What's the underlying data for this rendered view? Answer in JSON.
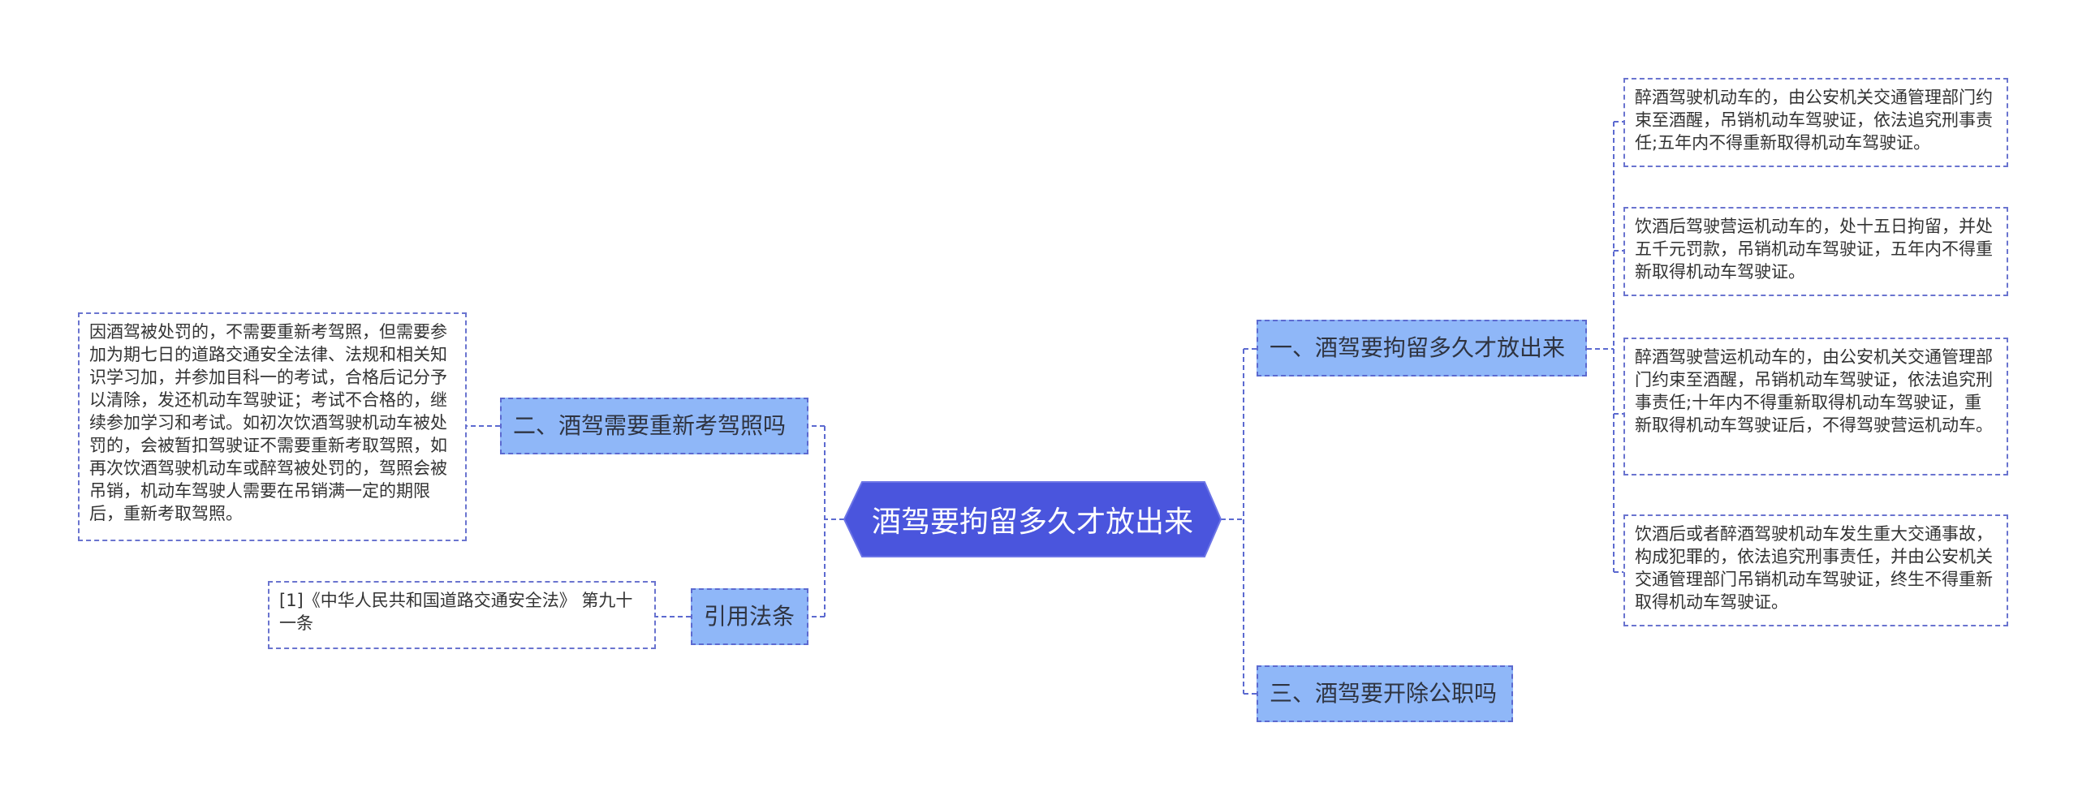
{
  "root": {
    "label": "酒驾要拘留多久才放出来"
  },
  "left": {
    "b2": {
      "label": "二、酒驾需要重新考驾照吗",
      "note": "因酒驾被处罚的，不需要重新考驾照，但需要参加为期七日的道路交通安全法律、法规和相关知识学习加，并参加目科一的考试，合格后记分予以清除，发还机动车驾驶证；考试不合格的，继续参加学习和考试。如初次饮酒驾驶机动车被处罚的，会被暂扣驾驶证不需要重新考取驾照，如再次饮酒驾驶机动车或醉驾被处罚的，驾照会被吊销，机动车驾驶人需要在吊销满一定的期限后，重新考取驾照。"
    },
    "cite": {
      "label": "引用法条",
      "note": "[1]《中华人民共和国道路交通安全法》 第九十一条"
    }
  },
  "right": {
    "b1": {
      "label": "一、酒驾要拘留多久才放出来",
      "leaves": [
        "醉酒驾驶机动车的，由公安机关交通管理部门约束至酒醒，吊销机动车驾驶证，依法追究刑事责任;五年内不得重新取得机动车驾驶证。",
        "饮酒后驾驶营运机动车的，处十五日拘留，并处五千元罚款，吊销机动车驾驶证，五年内不得重新取得机动车驾驶证。",
        "醉酒驾驶营运机动车的，由公安机关交通管理部门约束至酒醒，吊销机动车驾驶证，依法追究刑事责任;十年内不得重新取得机动车驾驶证，重新取得机动车驾驶证后，不得驾驶营运机动车。",
        "饮酒后或者醉酒驾驶机动车发生重大交通事故，构成犯罪的，依法追究刑事责任，并由公安机关交通管理部门吊销机动车驾驶证，终生不得重新取得机动车驾驶证。"
      ]
    },
    "b3": {
      "label": "三、酒驾要开除公职吗"
    }
  },
  "colors": {
    "root_fill": "#4a55dd",
    "branch_fill": "#8fb7f8",
    "connector": "#5c6ad0"
  }
}
